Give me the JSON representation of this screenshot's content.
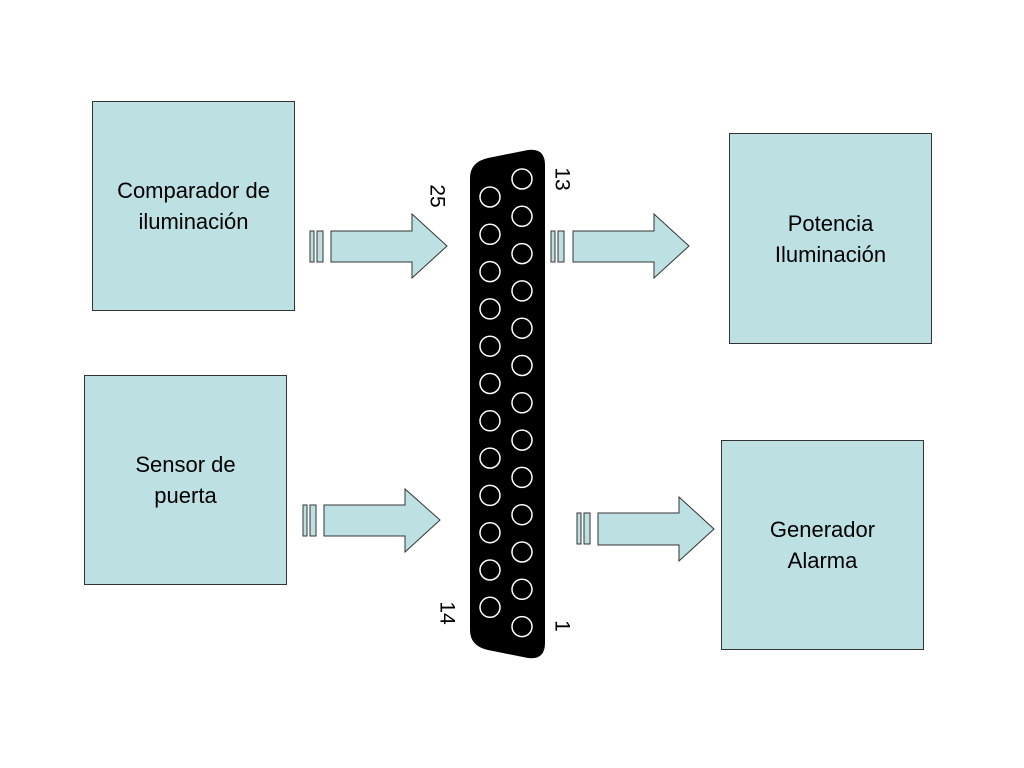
{
  "colors": {
    "box_fill": "#bde0e3",
    "box_border": "#333333",
    "arrow_fill": "#bde0e3",
    "connector": "#000000"
  },
  "blocks": {
    "comparador": {
      "label": "Comparador de\niluminación"
    },
    "sensor": {
      "label": "Sensor de\npuerta"
    },
    "potencia": {
      "label": "Potencia\nIluminación"
    },
    "generador": {
      "label": "Generador\nAlarma"
    }
  },
  "connector": {
    "type": "DB-25",
    "pin_labels": {
      "top_left": "25",
      "top_right": "13",
      "bottom_left": "14",
      "bottom_right": "1"
    },
    "pins_row_outer": 13,
    "pins_row_inner": 12
  },
  "arrows": [
    {
      "from": "comparador",
      "to": "connector"
    },
    {
      "from": "sensor",
      "to": "connector"
    },
    {
      "from": "connector",
      "to": "potencia"
    },
    {
      "from": "connector",
      "to": "generador"
    }
  ]
}
